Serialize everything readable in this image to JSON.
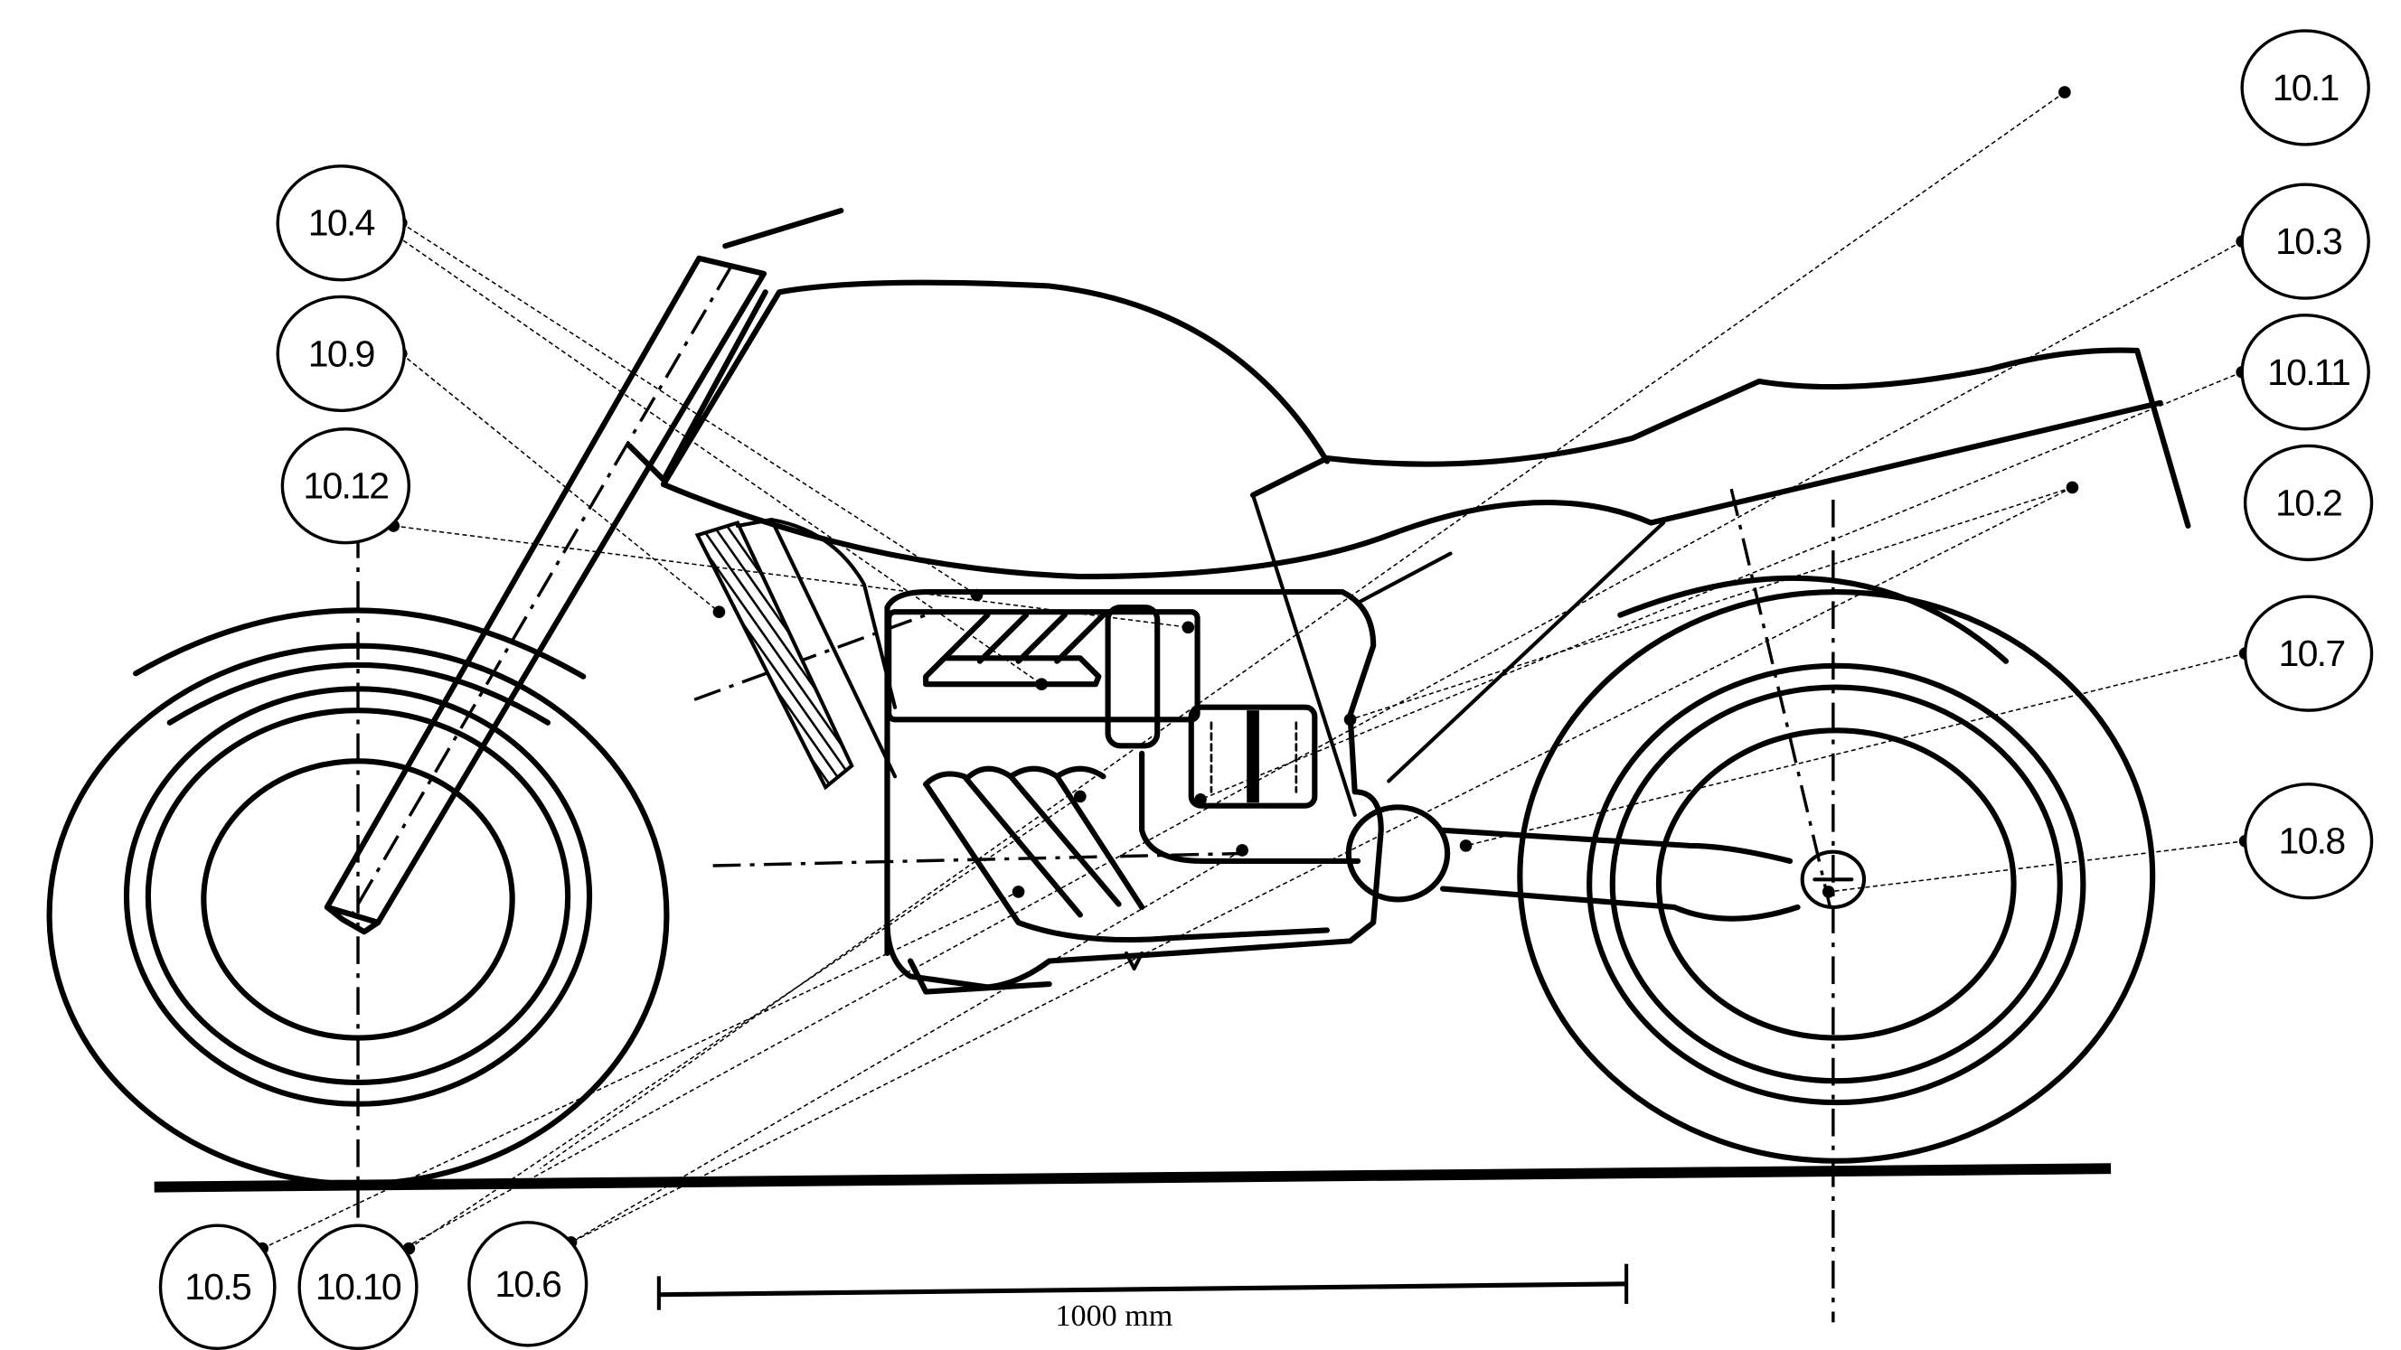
{
  "figure": {
    "subject": "Motorcycle side elevation with numbered component callouts",
    "scale_bar": {
      "label": "1000 mm",
      "value_mm": 1000
    },
    "callouts": [
      {
        "id": "10.1",
        "label": "10.1",
        "side": "right"
      },
      {
        "id": "10.3",
        "label": "10.3",
        "side": "right"
      },
      {
        "id": "10.11",
        "label": "10.11",
        "side": "right"
      },
      {
        "id": "10.2",
        "label": "10.2",
        "side": "right"
      },
      {
        "id": "10.7",
        "label": "10.7",
        "side": "right"
      },
      {
        "id": "10.8",
        "label": "10.8",
        "side": "right"
      },
      {
        "id": "10.4",
        "label": "10.4",
        "side": "left"
      },
      {
        "id": "10.9",
        "label": "10.9",
        "side": "left"
      },
      {
        "id": "10.12",
        "label": "10.12",
        "side": "left"
      },
      {
        "id": "10.5",
        "label": "10.5",
        "side": "bottom"
      },
      {
        "id": "10.10",
        "label": "10.10",
        "side": "bottom"
      },
      {
        "id": "10.6",
        "label": "10.6",
        "side": "bottom"
      }
    ]
  }
}
